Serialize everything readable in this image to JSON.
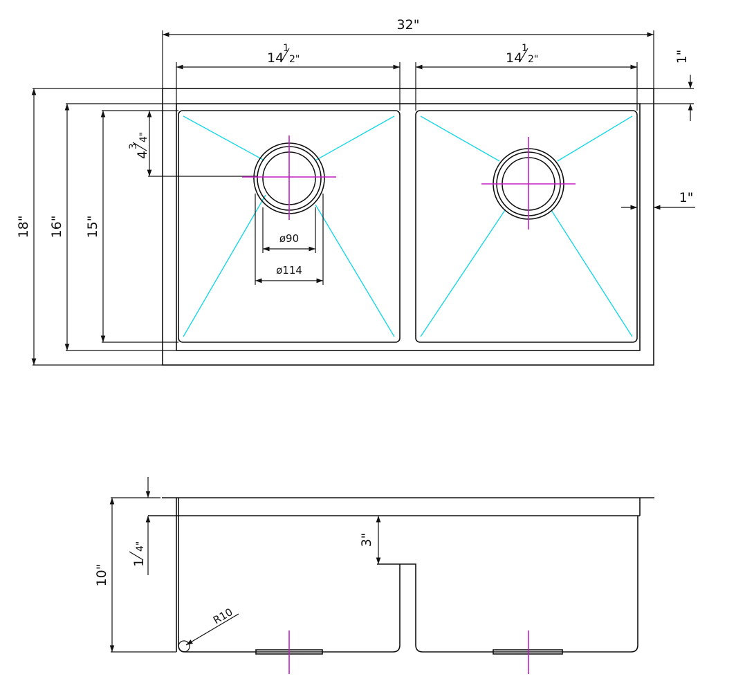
{
  "top_view": {
    "dims": {
      "overall_width": "32\"",
      "bowl_left_width_whole": "14",
      "bowl_right_width_whole": "14",
      "half_num": "1",
      "half_den": "2\"",
      "flange": "1\"",
      "right_margin": "1\"",
      "overall_depth": "18\"",
      "outer_depth": "16\"",
      "bowl_depth": "15\"",
      "drain_offset_whole": "4",
      "drain_offset_num": "3",
      "drain_offset_den": "4\"",
      "drain_inner_dia": "ø90",
      "drain_outer_dia": "ø114"
    }
  },
  "side_view": {
    "dims": {
      "height": "10\"",
      "flange_whole": "1",
      "flange_den": "4\"",
      "divider_depth": "3\"",
      "corner_radius": "R10"
    }
  },
  "colors": {
    "line": "#111111",
    "slope_guide": "#19d6e6",
    "centerline": "#c21fc2"
  }
}
